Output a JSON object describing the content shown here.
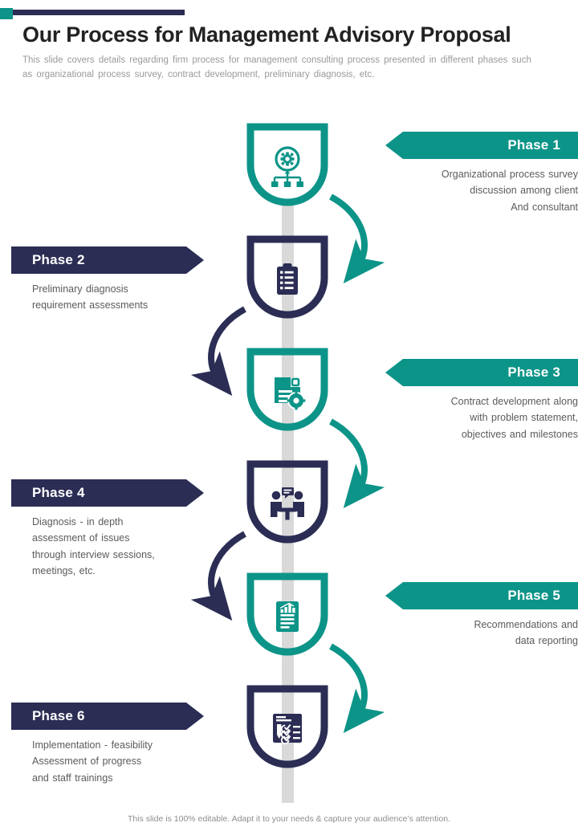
{
  "slide": {
    "title": "Our Process for Management Advisory Proposal",
    "subtitle": "This slide covers details regarding firm process for management consulting process presented in different phases such as organizational process survey, contract development, preliminary diagnosis, etc.",
    "footer": "This slide is 100% editable. Adapt it to your needs & capture your audience’s attention."
  },
  "colors": {
    "teal": "#0d9488",
    "navy": "#2b2d54",
    "spine": "#d9d9d9",
    "body_text": "#5b5b5b",
    "subtitle_text": "#9a9a9a",
    "title_text": "#222222"
  },
  "phases": [
    {
      "label": "Phase 1",
      "description": "Organizational process survey discussion among client And consultant",
      "description_lines": [
        "Organizational process survey",
        "discussion among client",
        "And consultant"
      ],
      "side": "right",
      "color": "#0d9488",
      "icon": "gear-hierarchy-icon"
    },
    {
      "label": "Phase 2",
      "description": "Preliminary diagnosis requirement assessments",
      "description_lines": [
        "Preliminary diagnosis",
        "requirement assessments"
      ],
      "side": "left",
      "color": "#2b2d54",
      "icon": "clipboard-checklist-icon"
    },
    {
      "label": "Phase 3",
      "description": "Contract development along with problem statement, objectives and milestones",
      "description_lines": [
        "Contract development along",
        "with problem statement,",
        "objectives and milestones"
      ],
      "side": "right",
      "color": "#0d9488",
      "icon": "document-gear-icon"
    },
    {
      "label": "Phase 4",
      "description": "Diagnosis - in depth assessment of issues through interview sessions, meetings, etc.",
      "description_lines": [
        "Diagnosis - in depth",
        "assessment of issues",
        "through interview sessions,",
        "meetings, etc."
      ],
      "side": "left",
      "color": "#2b2d54",
      "icon": "meeting-people-icon"
    },
    {
      "label": "Phase 5",
      "description": "Recommendations and data reporting",
      "description_lines": [
        "Recommendations and",
        "data reporting"
      ],
      "side": "right",
      "color": "#0d9488",
      "icon": "report-chart-icon"
    },
    {
      "label": "Phase 6",
      "description": "Implementation - feasibility Assessment of progress and staff trainings",
      "description_lines": [
        "Implementation - feasibility",
        "Assessment of progress",
        "and staff trainings"
      ],
      "side": "left",
      "color": "#2b2d54",
      "icon": "checklist-form-icon"
    }
  ]
}
